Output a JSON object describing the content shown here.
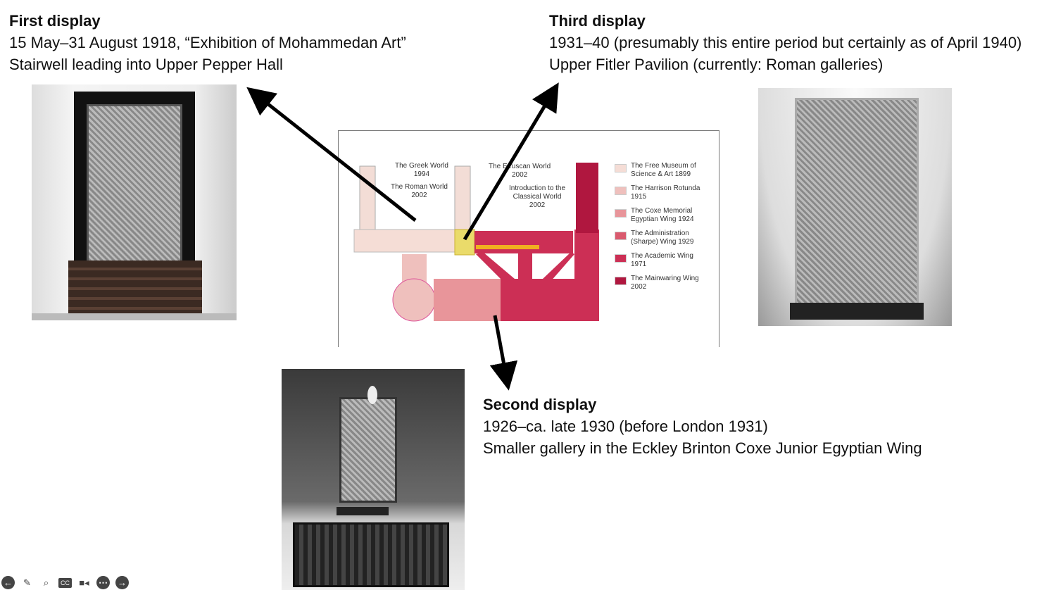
{
  "first": {
    "title": "First display",
    "line1": "15 May–31 August 1918, “Exhibition of Mohammedan Art”",
    "line2": "Stairwell leading into Upper Pepper Hall"
  },
  "third": {
    "title": "Third display",
    "line1": "1931–40 (presumably this entire period but certainly as of April 1940)",
    "line2": "Upper Fitler Pavilion (currently: Roman galleries)"
  },
  "second": {
    "title": "Second display",
    "line1": "1926–ca. late 1930 (before London 1931)",
    "line2": "Smaller gallery in the Eckley Brinton Coxe Junior Egyptian Wing"
  },
  "map": {
    "labels": {
      "greek": "The Greek World",
      "greek_year": "1994",
      "roman": "The Roman World",
      "roman_year": "2002",
      "etruscan": "The Etruscan World",
      "etruscan_year": "2002",
      "intro": "Introduction to the",
      "intro2": "Classical World",
      "intro_year": "2002"
    },
    "legend": [
      {
        "label": "The Free Museum of",
        "label2": "Science & Art 1899",
        "color": "#f5ddd6"
      },
      {
        "label": "The Harrison Rotunda",
        "label2": "1915",
        "color": "#efc0bd"
      },
      {
        "label": "The Coxe Memorial",
        "label2": "Egyptian Wing 1924",
        "color": "#e8959a"
      },
      {
        "label": "The Administration",
        "label2": "(Sharpe) Wing 1929",
        "color": "#da5a6e"
      },
      {
        "label": "The Academic Wing",
        "label2": "1971",
        "color": "#cc2f55"
      },
      {
        "label": "The Mainwaring Wing",
        "label2": "2002",
        "color": "#b0173f"
      }
    ]
  },
  "toolbar": [
    "back-icon",
    "pen-icon",
    "search-icon",
    "cc-icon",
    "video-icon",
    "more-icon",
    "forward-icon"
  ]
}
